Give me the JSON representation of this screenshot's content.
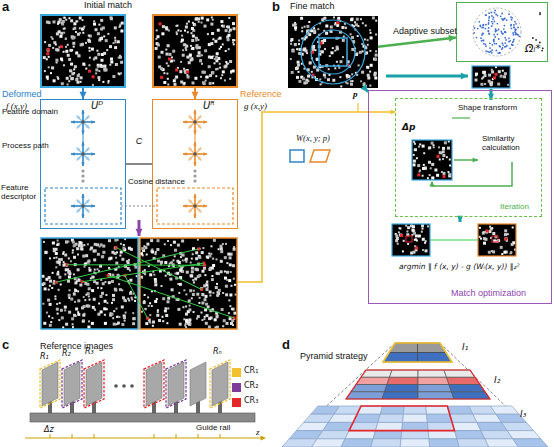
{
  "diagram": {
    "nodes": [
      {
        "text": [
          "Deformed",
          "f (x,y)"
        ]
      },
      {
        "text": [
          "Reference",
          "g (x,y)"
        ]
      },
      {
        "text": [
          "Uᴰ"
        ]
      },
      {
        "text": [
          "Uᴿ"
        ]
      },
      {
        "text": [
          "Fine match"
        ]
      },
      {
        "text": [
          "Adaptive subset",
          "Ωᵢ*"
        ]
      },
      {
        "text": [
          "Match optimization",
          "argmin ‖ f (x, y) - g (Wᵢ(x, y)) ‖₂²"
        ]
      },
      {
        "text": [
          "Shape transform",
          "Δp",
          "Similarity calculation",
          "Iteration"
        ],
        "in": 6
      }
    ],
    "edges": [
      {
        "from": 0,
        "to": 2,
        "arrow": "to"
      },
      {
        "from": 1,
        "to": 3,
        "arrow": "to"
      },
      {
        "from": 2,
        "to": 3,
        "label": "C",
        "arrow": "none"
      },
      {
        "from": 4,
        "to": 5,
        "arrow": "to"
      },
      {
        "from": 4,
        "to": 6,
        "arrow": "to"
      }
    ],
    "labels": [
      "a",
      "Initial match",
      "Feature domain",
      "Process path",
      "Feature descriptor",
      "Cosine distance",
      "b",
      "p",
      "W(x, y; p)",
      "c",
      "Reference images",
      "R₁",
      "R₂",
      "R₃",
      "Rₙ",
      "Guide rail",
      "Δz",
      "z",
      "d",
      "Pyramid strategy",
      "I₁",
      "I₂",
      "I₃"
    ],
    "legend": [
      {
        "text": "CR₁",
        "color": "#f2c12e"
      },
      {
        "text": "CR₂",
        "color": "#7d3c98"
      },
      {
        "text": "CR₃",
        "color": "#e5262a"
      }
    ]
  }
}
